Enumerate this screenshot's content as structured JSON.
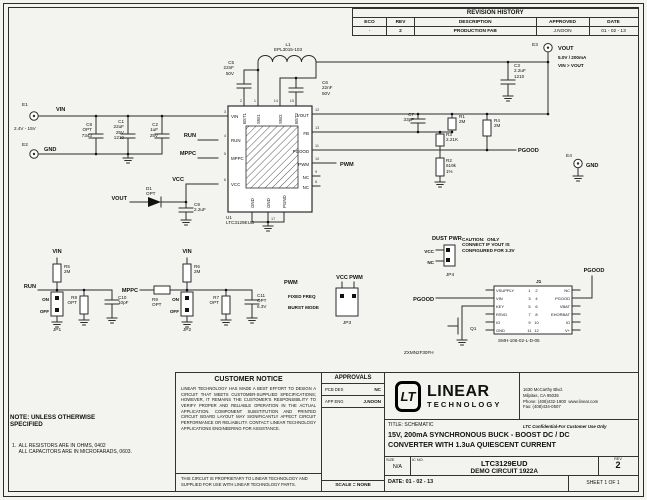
{
  "colors": {
    "paper": "#f3f3ef",
    "line": "#2b2b2b",
    "ink": "#111111"
  },
  "rev_table": {
    "title": "REVISION HISTORY",
    "headers": [
      "ECO",
      "REV",
      "DESCRIPTION",
      "APPROVED",
      "DATE"
    ],
    "row": [
      "-",
      "2",
      "PRODUCTION FAB",
      "J.NOON",
      "01 - 02 - 13"
    ]
  },
  "nets": {
    "vin": "VIN",
    "vout": "VOUT",
    "gnd": "GND",
    "run": "RUN",
    "mppc": "MPPC",
    "vcc": "VCC",
    "pwm": "PWM",
    "pgood": "PGOOD"
  },
  "io": {
    "e1": "E1",
    "e2": "E2",
    "e3": "E3",
    "e4": "E4",
    "vin_range": "2.4V - 15V",
    "vout_spec": "5.0V / 200mA",
    "vout_cond": "VIN > VOUT"
  },
  "ic": {
    "ref": "U1\nLTC3129EUD",
    "left": [
      [
        "VIN",
        "3"
      ],
      [
        "RUN",
        "4"
      ],
      [
        "MPPC",
        "5"
      ],
      [
        "VCC",
        "6"
      ]
    ],
    "right": [
      [
        "VOUT",
        "12"
      ],
      [
        "FB",
        "13"
      ],
      [
        "PGOOD",
        "11"
      ],
      [
        "PWM",
        "10"
      ],
      [
        "NC",
        "9"
      ],
      [
        "NC",
        "8"
      ]
    ],
    "top": [
      [
        "BST1",
        "2"
      ],
      [
        "SW1",
        "1"
      ],
      [
        "SW2",
        "14"
      ],
      [
        "BST2",
        "15"
      ]
    ],
    "bottom": [
      [
        "GND",
        "16"
      ],
      [
        "GND",
        "17"
      ],
      [
        "PGND",
        "7"
      ]
    ]
  },
  "parts": {
    "l1": "L1\nEPL3015-103",
    "c1": "C1\n22uF\n25V\n1210",
    "c2": "C2\n1uF\n25V",
    "c3": "C3\n2.2uF\n1210",
    "c5": "C5\n22nF\n50V",
    "c6": "C6\n22nF\n50V",
    "c7": "C7\n33pF",
    "c8": "C8\nOPT\n7343",
    "c9": "C9\n2.2uF",
    "c10": "C10\n10pF",
    "c11": "C11\nOPT\n6.3V",
    "r1": "R1\n2M",
    "r2": "R2\n619k\n1%",
    "r3": "R3\n2.21K",
    "r4": "R4\n2M",
    "r5": "R5\n2M",
    "r6": "R6\n2M",
    "r7": "R7\nOPT",
    "r8": "R8\nOPT",
    "r9": "R9\nOPT",
    "d1": "D1\nOPT",
    "q1": "Q1",
    "q1_part": "ZXMN2F30FH"
  },
  "jumpers": {
    "jp1": {
      "on": "ON",
      "off": "OFF",
      "ref": "JP1"
    },
    "jp2": {
      "on": "ON",
      "off": "OFF",
      "ref": "JP2"
    },
    "jp3": {
      "opt1": "FIXED FREQ",
      "opt2": "BURST MODE",
      "ref": "JP3"
    },
    "jp4": {
      "title": "DUST PWR",
      "pin1": "VCC",
      "pin2": "NC",
      "ref": "JP4"
    },
    "caution": "CAUTION:  ONLY\nCONNECT IF VOUT IS\nCONFIGURED FOR 3.3V"
  },
  "j1": {
    "ref": "J1",
    "part": "SMH-106-02-L-D-05",
    "rows": [
      [
        "VSUPPLY",
        "1",
        "2",
        "NC"
      ],
      [
        "VIN",
        "3",
        "4",
        "PGOOD"
      ],
      [
        "KEY",
        "5",
        "6",
        "VBAT"
      ],
      [
        "RSVD",
        "7",
        "8",
        "EHORBAT"
      ],
      [
        "IO",
        "9",
        "10",
        "IO"
      ],
      [
        "GND",
        "11",
        "12",
        "V+"
      ]
    ]
  },
  "notes": {
    "heading": "NOTE: UNLESS OTHERWISE\nSPECIFIED",
    "body": "1.  ALL RESISTORS ARE IN OHMS, 0402\n     ALL CAPACITORS ARE IN MICROFARADS, 0603."
  },
  "notice": {
    "title": "CUSTOMER NOTICE",
    "body": "LINEAR TECHNOLOGY HAS MADE A BEST EFFORT TO DESIGN A CIRCUIT THAT MEETS CUSTOMER-SUPPLIED SPECIFICATIONS; HOWEVER, IT REMAINS THE CUSTOMER'S RESPONSIBILITY TO VERIFY PROPER AND RELIABLE OPERATION IN THE ACTUAL APPLICATION.  COMPONENT SUBSTITUTION AND PRINTED CIRCUIT BOARD LAYOUT MAY SIGNIFICANTLY AFFECT CIRCUIT PERFORMANCE OR RELIABILITY.  CONTACT LINEAR TECHNOLOGY APPLICATIONS ENGINEERING FOR ASSISTANCE.",
    "footer": "THIS CIRCUIT IS PROPRIETARY TO LINEAR TECHNOLOGY AND SUPPLIED FOR USE WITH LINEAR TECHNOLOGY PARTS."
  },
  "approvals": {
    "title": "APPROVALS",
    "rows": [
      [
        "PCB DES",
        "NC"
      ],
      [
        "APP ENG",
        "J.NOON"
      ]
    ],
    "scale": "SCALE = NONE"
  },
  "company": {
    "lt": "LT",
    "name1": "LINEAR",
    "name2": "TECHNOLOGY",
    "address": "1630 McCarthy Blvd.\nMilpitas, CA 95035\nPhone: (408)432-1900  www.linear.com\nFax: (408)434-0507",
    "confidential": "LTC Confidential-For Customer Use Only"
  },
  "title_block": {
    "title_label": "TITLE: SCHEMATIC",
    "line1": "15V, 200mA SYNCHRONOUS BUCK - BOOST DC / DC",
    "line2": "CONVERTER WITH 1.3uA QUIESCENT CURRENT",
    "size_label": "SIZE",
    "size": "N/A",
    "ic_label": "IC NO.",
    "ic": "LTC3129EUD",
    "demo": "DEMO CIRCUIT 1922A",
    "rev_label": "REV",
    "rev": "2",
    "date": "DATE:  01 - 02 - 13",
    "sheet": "SHEET  1  OF  1"
  }
}
